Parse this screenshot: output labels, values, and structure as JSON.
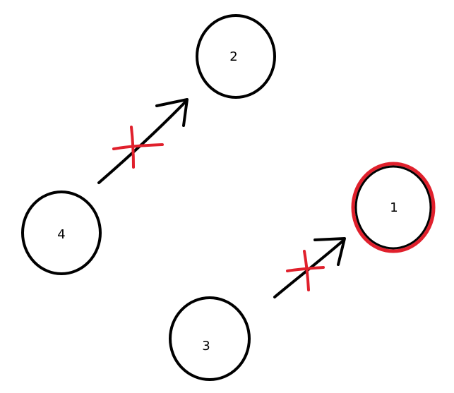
{
  "diagram": {
    "nodes": [
      {
        "id": "node-1",
        "label": "1",
        "highlighted": true
      },
      {
        "id": "node-2",
        "label": "2",
        "highlighted": false
      },
      {
        "id": "node-3",
        "label": "3",
        "highlighted": false
      },
      {
        "id": "node-4",
        "label": "4",
        "highlighted": false
      }
    ],
    "edges": [
      {
        "from": "4",
        "to": "2",
        "crossed_out": true
      },
      {
        "from": "3",
        "to": "1",
        "crossed_out": true
      }
    ]
  },
  "colors": {
    "stroke": "#000000",
    "highlight": "#e0202c",
    "background": "#ffffff"
  }
}
